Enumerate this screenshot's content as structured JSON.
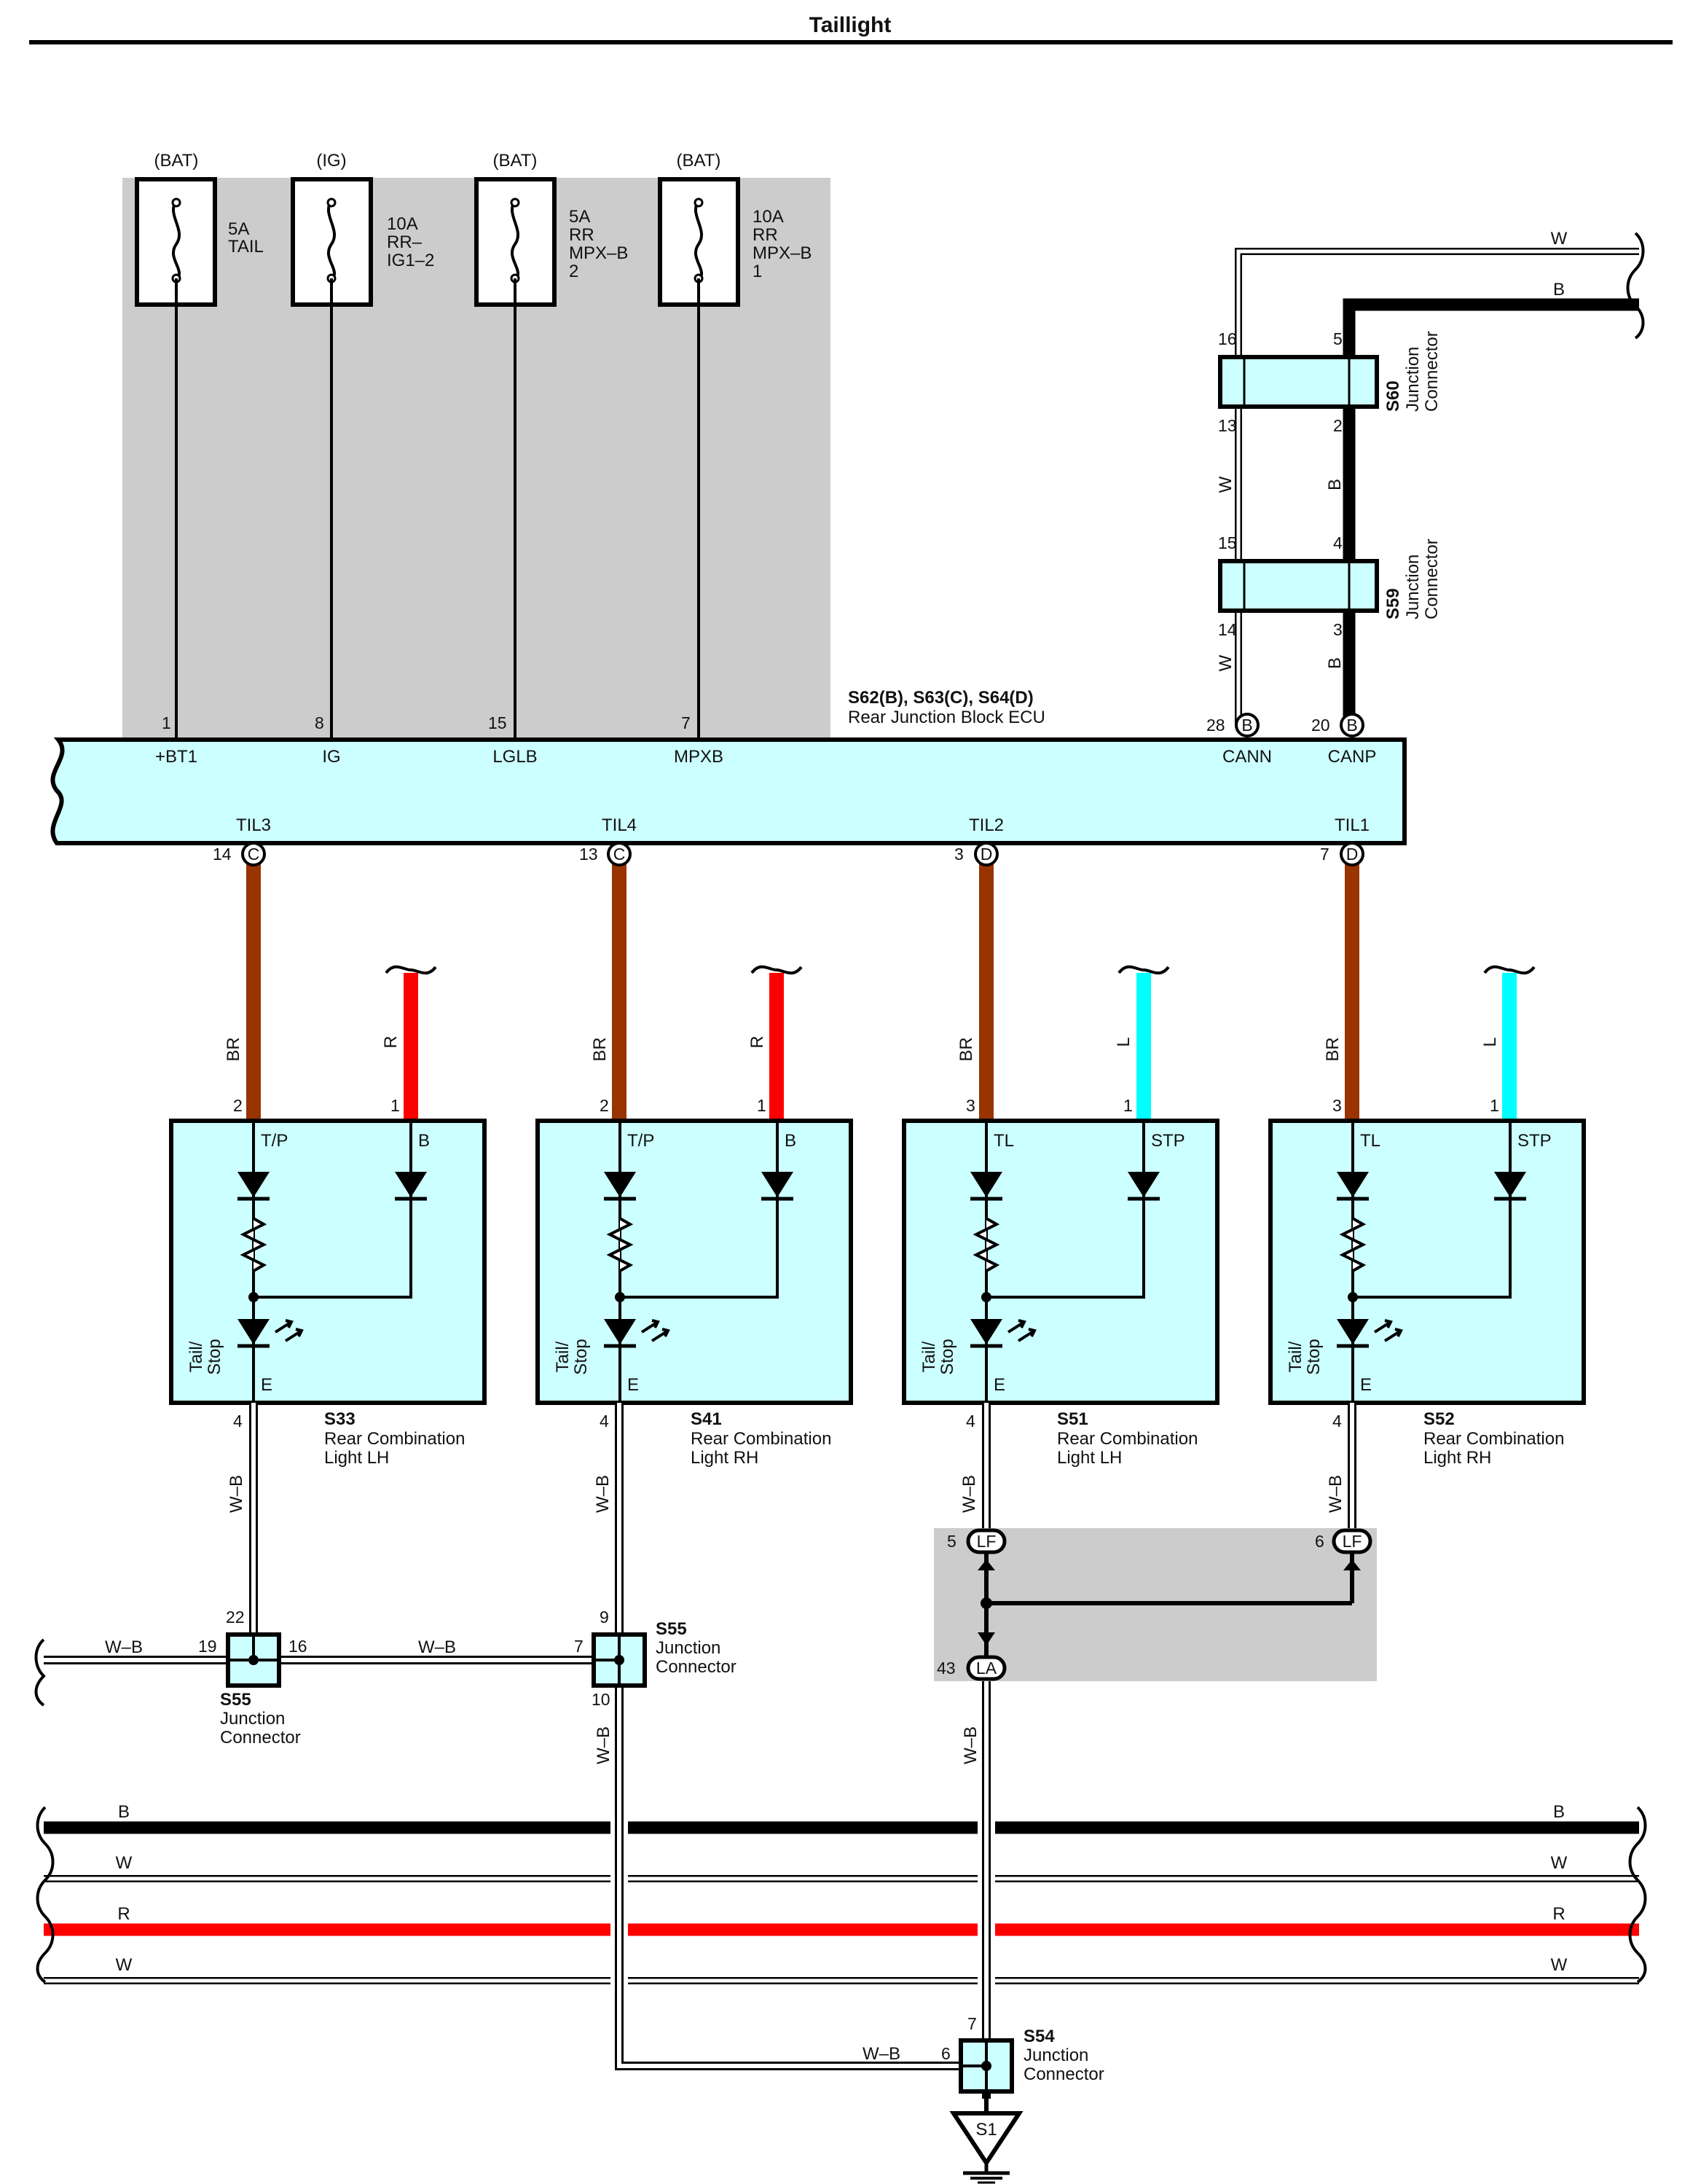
{
  "title": "Taillight",
  "colors": {
    "ecu_fill": "#ccffff",
    "shade": "#cccccc",
    "wire_B": "#000000",
    "wire_BR": "#993300",
    "wire_R": "#ff0000",
    "wire_L": "#00ffff",
    "wire_W": "#ffffff"
  },
  "fuses": [
    {
      "source": "(BAT)",
      "rating": "5A",
      "name_lines": [
        "TAIL"
      ],
      "pin": "1",
      "terminal": "+BT1"
    },
    {
      "source": "(IG)",
      "rating": "10A",
      "name_lines": [
        "RR–",
        "IG1–2"
      ],
      "pin": "8",
      "terminal": "IG"
    },
    {
      "source": "(BAT)",
      "rating": "5A",
      "name_lines": [
        "RR",
        "MPX–B",
        "2"
      ],
      "pin": "15",
      "terminal": "LGLB"
    },
    {
      "source": "(BAT)",
      "rating": "10A",
      "name_lines": [
        "RR",
        "MPX–B",
        "1"
      ],
      "pin": "7",
      "terminal": "MPXB"
    }
  ],
  "ecu": {
    "ids": "S62(B), S63(C), S64(D)",
    "name": "Rear Junction Block ECU",
    "can_terminals": [
      {
        "pin": "28",
        "conn": "B",
        "name": "CANN"
      },
      {
        "pin": "20",
        "conn": "B",
        "name": "CANP"
      }
    ],
    "outputs": [
      {
        "name": "TIL3",
        "pin": "14",
        "conn": "C"
      },
      {
        "name": "TIL4",
        "pin": "13",
        "conn": "C"
      },
      {
        "name": "TIL2",
        "pin": "3",
        "conn": "D"
      },
      {
        "name": "TIL1",
        "pin": "7",
        "conn": "D"
      }
    ]
  },
  "can_junctions": [
    {
      "id": "S60",
      "label_lines": [
        "Junction",
        "Connector"
      ],
      "pins": [
        "16",
        "5",
        "13",
        "2"
      ]
    },
    {
      "id": "S59",
      "label_lines": [
        "Junction",
        "Connector"
      ],
      "pins": [
        "15",
        "4",
        "14",
        "3"
      ]
    }
  ],
  "can_wire_labels": {
    "top_w": "W",
    "top_b": "B",
    "w": "W",
    "b": "B"
  },
  "lights": [
    {
      "id": "S33",
      "name_lines": [
        "Rear Combination",
        "Light LH"
      ],
      "t1": "T/P",
      "t2": "B",
      "pin1": "2",
      "pin2": "1",
      "wire1": "BR",
      "wire2": "R",
      "side_lines": [
        "Tail/",
        "Stop"
      ],
      "ground": "E",
      "gpin": "4",
      "gwire": "W–B"
    },
    {
      "id": "S41",
      "name_lines": [
        "Rear Combination",
        "Light RH"
      ],
      "t1": "T/P",
      "t2": "B",
      "pin1": "2",
      "pin2": "1",
      "wire1": "BR",
      "wire2": "R",
      "side_lines": [
        "Tail/",
        "Stop"
      ],
      "ground": "E",
      "gpin": "4",
      "gwire": "W–B"
    },
    {
      "id": "S51",
      "name_lines": [
        "Rear Combination",
        "Light LH"
      ],
      "t1": "TL",
      "t2": "STP",
      "pin1": "3",
      "pin2": "1",
      "wire1": "BR",
      "wire2": "L",
      "side_lines": [
        "Tail/",
        "Stop"
      ],
      "ground": "E",
      "gpin": "4",
      "gwire": "W–B"
    },
    {
      "id": "S52",
      "name_lines": [
        "Rear Combination",
        "Light RH"
      ],
      "t1": "TL",
      "t2": "STP",
      "pin1": "3",
      "pin2": "1",
      "wire1": "BR",
      "wire2": "L",
      "side_lines": [
        "Tail/",
        "Stop"
      ],
      "ground": "E",
      "gpin": "4",
      "gwire": "W–B"
    }
  ],
  "ground_junctions": {
    "s55_left": {
      "id": "S55",
      "label_lines": [
        "Junction",
        "Connector"
      ],
      "pin_top": "22",
      "pin_left": "19",
      "pin_right": "16",
      "wire_left": "W–B",
      "wire_right": "W–B"
    },
    "s55_right": {
      "id": "S55",
      "label_lines": [
        "Junction",
        "Connector"
      ],
      "pin_top": "9",
      "pin_left": "7",
      "pin_bottom": "10",
      "wire_bottom": "W–B"
    },
    "lf_left": {
      "pin": "5",
      "code": "LF"
    },
    "lf_right": {
      "pin": "6",
      "code": "LF"
    },
    "la": {
      "pin": "43",
      "code": "LA",
      "wire": "W–B"
    },
    "s54": {
      "id": "S54",
      "label_lines": [
        "Junction",
        "Connector"
      ],
      "pin_top": "7",
      "pin_left": "6",
      "wire_left": "W–B"
    },
    "ground_point": "S1"
  },
  "bus_wires": [
    {
      "label": "B"
    },
    {
      "label": "W"
    },
    {
      "label": "R"
    },
    {
      "label": "W"
    }
  ]
}
